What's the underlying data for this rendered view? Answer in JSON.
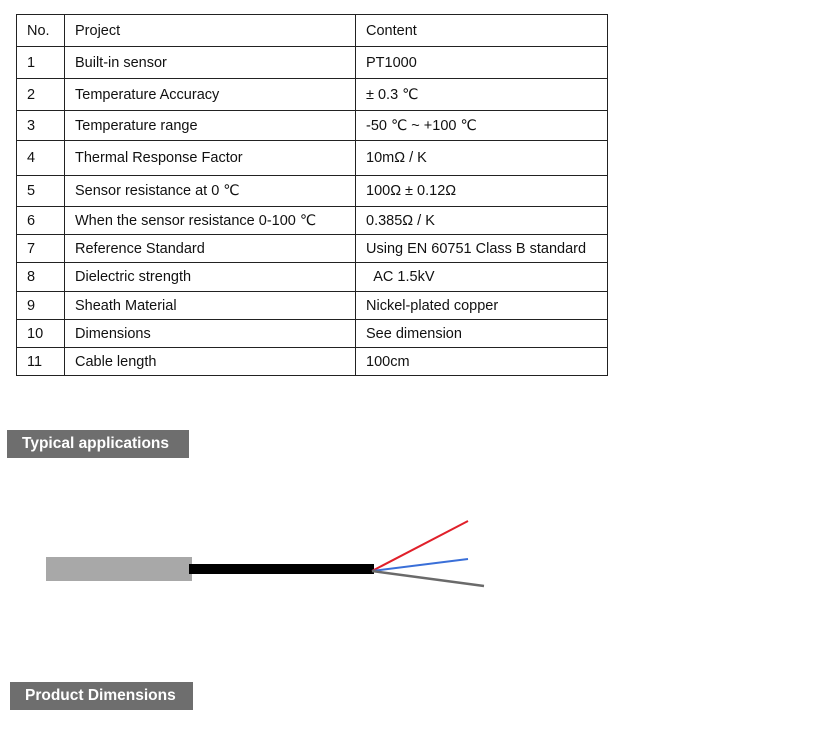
{
  "table": {
    "headers": [
      "No.",
      "Project",
      "Content"
    ],
    "rows": [
      [
        "1",
        "Built-in sensor",
        "PT1000"
      ],
      [
        "2",
        "Temperature Accuracy",
        "± 0.3 ℃"
      ],
      [
        "3",
        "Temperature range",
        "-50 ℃ ~ +100 ℃"
      ],
      [
        "4",
        "Thermal Response Factor",
        "10mΩ / K"
      ],
      [
        "5",
        "Sensor resistance at 0 ℃",
        "100Ω ± 0.12Ω"
      ],
      [
        "6",
        "When the sensor resistance 0-100 ℃",
        "0.385Ω / K"
      ],
      [
        "7",
        "Reference Standard",
        "Using EN 60751 Class B standard"
      ],
      [
        "8",
        "Dielectric strength",
        "  AC 1.5kV"
      ],
      [
        "9",
        "Sheath Material",
        "Nickel-plated copper"
      ],
      [
        "10",
        "Dimensions",
        "See dimension"
      ],
      [
        "11",
        "Cable length",
        "100cm"
      ]
    ]
  },
  "sections": {
    "applications_title": "Typical applications",
    "dimensions_title": "Product Dimensions"
  },
  "figure": {
    "sheath_color": "#a8a8a8",
    "cable_color": "#000000",
    "wire_colors": [
      "#e0202a",
      "#3a6fd8",
      "#6a6a6a"
    ]
  }
}
